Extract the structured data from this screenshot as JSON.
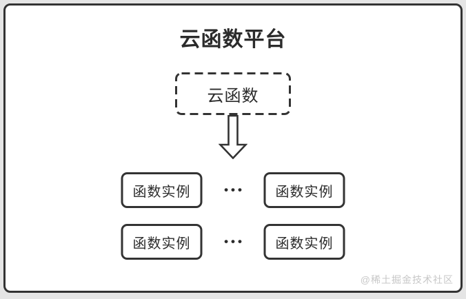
{
  "diagram": {
    "title": "云函数平台",
    "cloud_function": {
      "label": "云函数"
    },
    "arrow_icon": "down-block-arrow-icon",
    "rows": [
      {
        "left": "函数实例",
        "dots": "•••",
        "right": "函数实例"
      },
      {
        "left": "函数实例",
        "dots": "•••",
        "right": "函数实例"
      }
    ],
    "watermark": "@稀土掘金技术社区",
    "colors": {
      "canvas_bg": "#e5e5e5",
      "panel_bg": "#ffffff",
      "line": "#333333",
      "text": "#2b2b2b",
      "watermark": "#c7c7c7"
    }
  }
}
